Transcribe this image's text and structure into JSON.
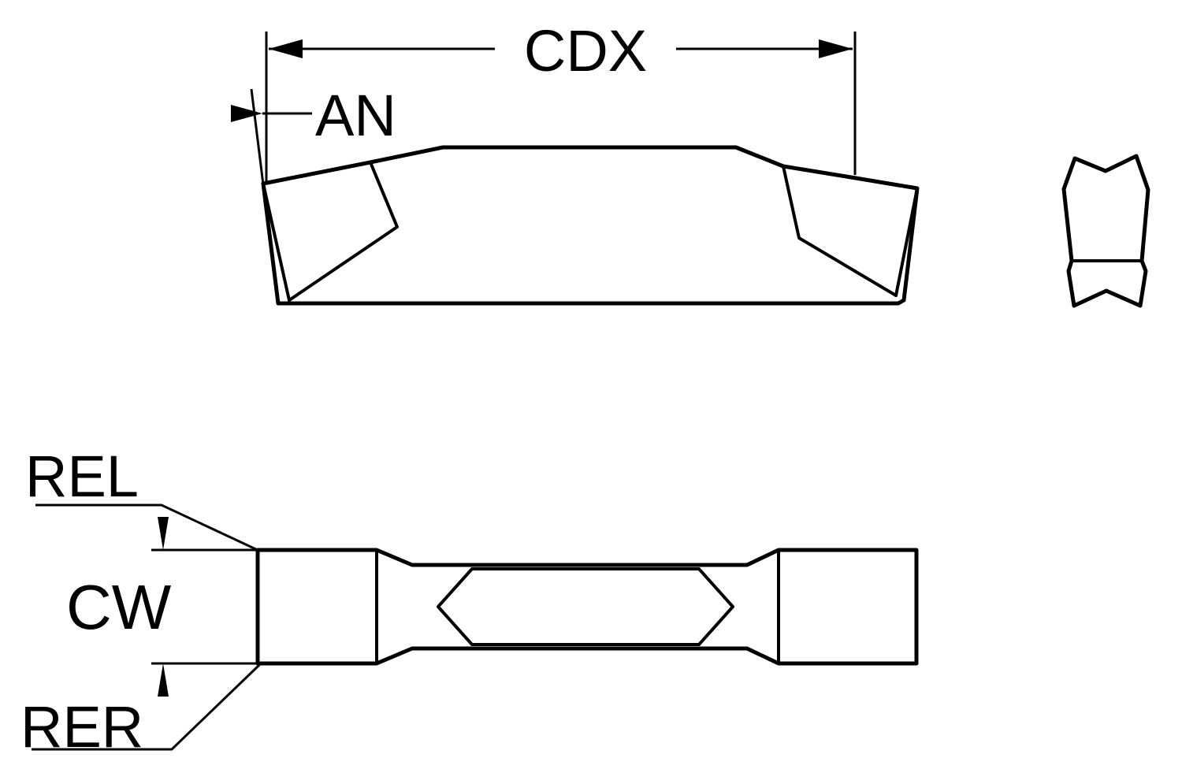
{
  "diagram": {
    "type": "technical-drawing",
    "subject": "parting-grooving insert dimension drawing",
    "labels": {
      "cdx": "CDX",
      "an": "AN",
      "rel": "REL",
      "cw": "CW",
      "rer": "RER"
    },
    "colors": {
      "insert_fill": "#FDC300",
      "outline": "#000000",
      "background": "#FFFFFF"
    }
  }
}
